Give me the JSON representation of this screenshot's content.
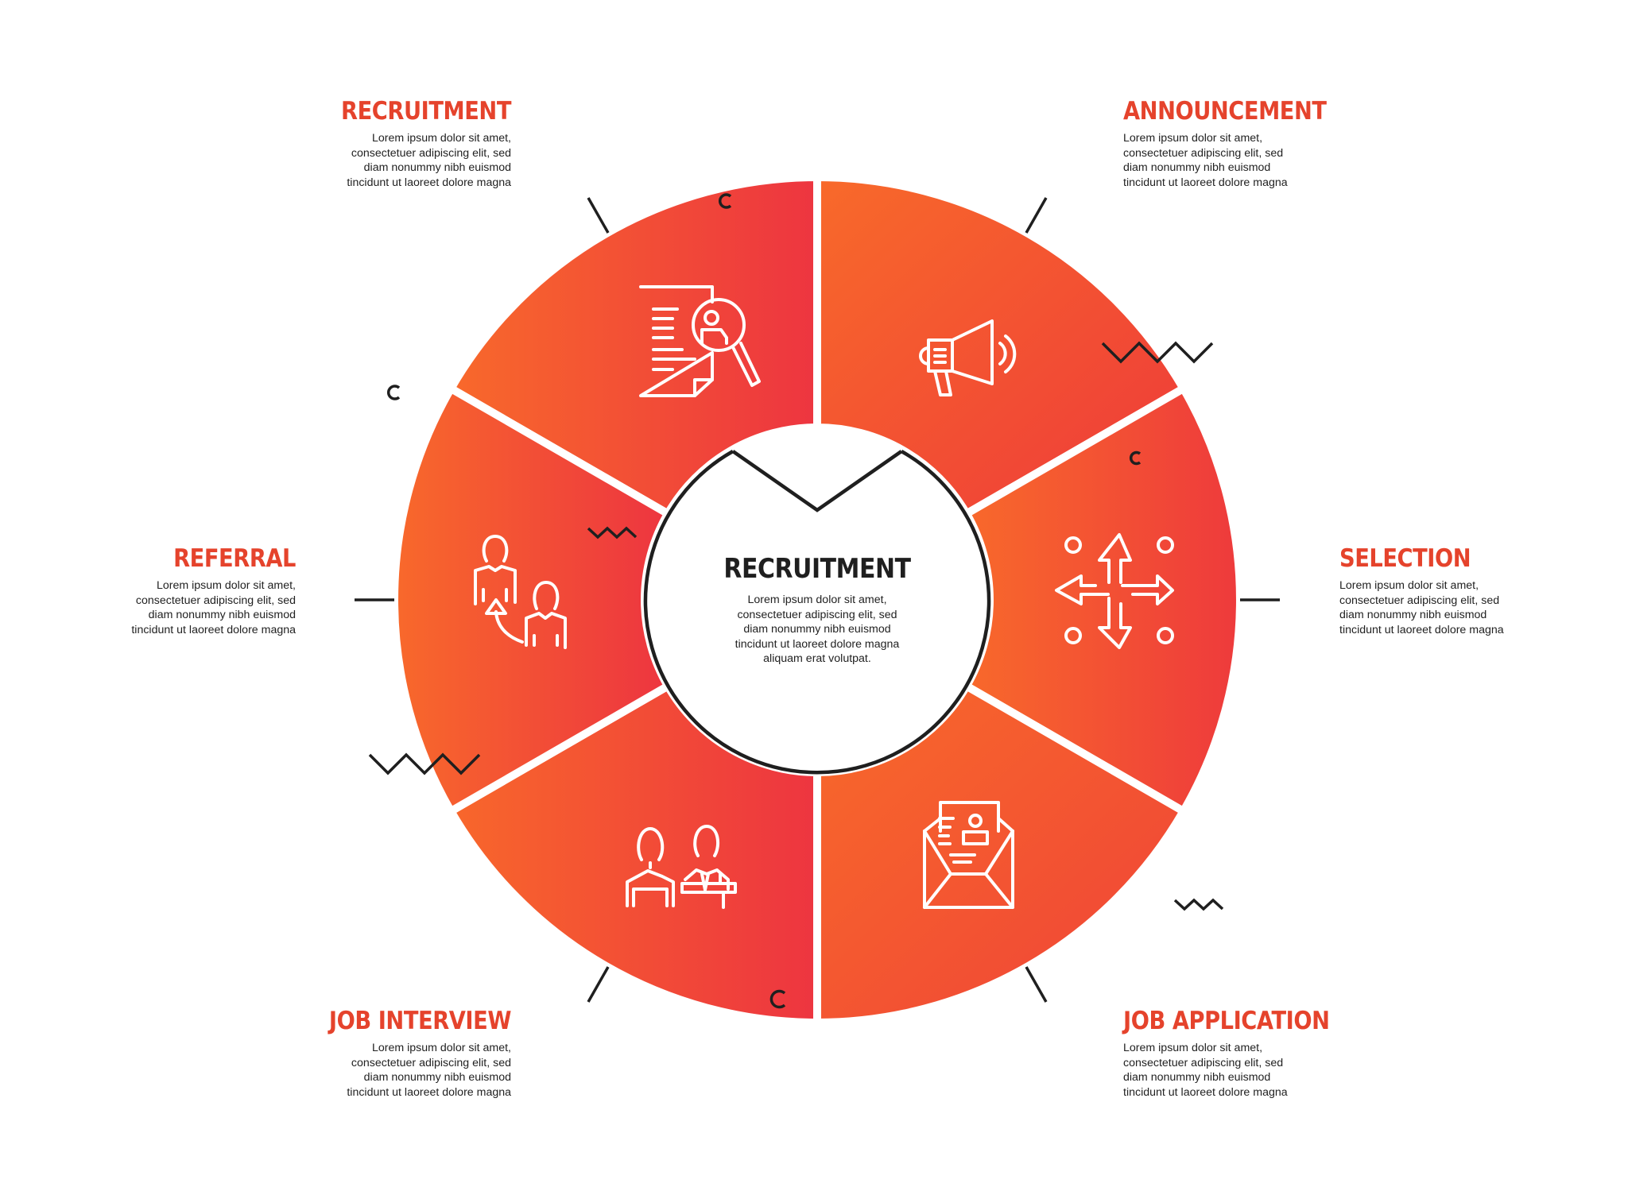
{
  "center": {
    "title": "RECRUITMENT",
    "body": "Lorem ipsum dolor sit amet, consectetuer adipiscing elit, sed diam nonummy nibh euismod tincidunt ut laoreet dolore magna aliquam erat volutpat."
  },
  "segments": [
    {
      "title": "RECRUITMENT",
      "icon": "document-search-person-icon",
      "body": "Lorem ipsum dolor sit amet, consectetuer adipiscing elit, sed diam nonummy nibh euismod tincidunt ut laoreet dolore magna"
    },
    {
      "title": "ANNOUNCEMENT",
      "icon": "megaphone-icon",
      "body": "Lorem ipsum dolor sit amet, consectetuer adipiscing elit, sed diam nonummy nibh euismod tincidunt ut laoreet dolore magna"
    },
    {
      "title": "SELECTION",
      "icon": "four-arrows-icon",
      "body": "Lorem ipsum dolor sit amet, consectetuer adipiscing elit, sed diam nonummy nibh euismod tincidunt ut laoreet dolore magna"
    },
    {
      "title": "JOB APPLICATION",
      "icon": "envelope-resume-icon",
      "body": "Lorem ipsum dolor sit amet, consectetuer adipiscing elit, sed diam nonummy nibh euismod tincidunt ut laoreet dolore magna"
    },
    {
      "title": "JOB INTERVIEW",
      "icon": "interview-people-icon",
      "body": "Lorem ipsum dolor sit amet, consectetuer adipiscing elit, sed diam nonummy nibh euismod tincidunt ut laoreet dolore magna"
    },
    {
      "title": "REFERRAL",
      "icon": "referral-people-icon",
      "body": "Lorem ipsum dolor sit amet, consectetuer adipiscing elit, sed diam nonummy nibh euismod tincidunt ut laoreet dolore magna"
    }
  ],
  "colors": {
    "title_accent": "#e5432c",
    "segment_red": "#ee3a3c",
    "segment_orange": "#f7662a",
    "decor_stroke": "#1f1f1f",
    "text": "#222222"
  }
}
